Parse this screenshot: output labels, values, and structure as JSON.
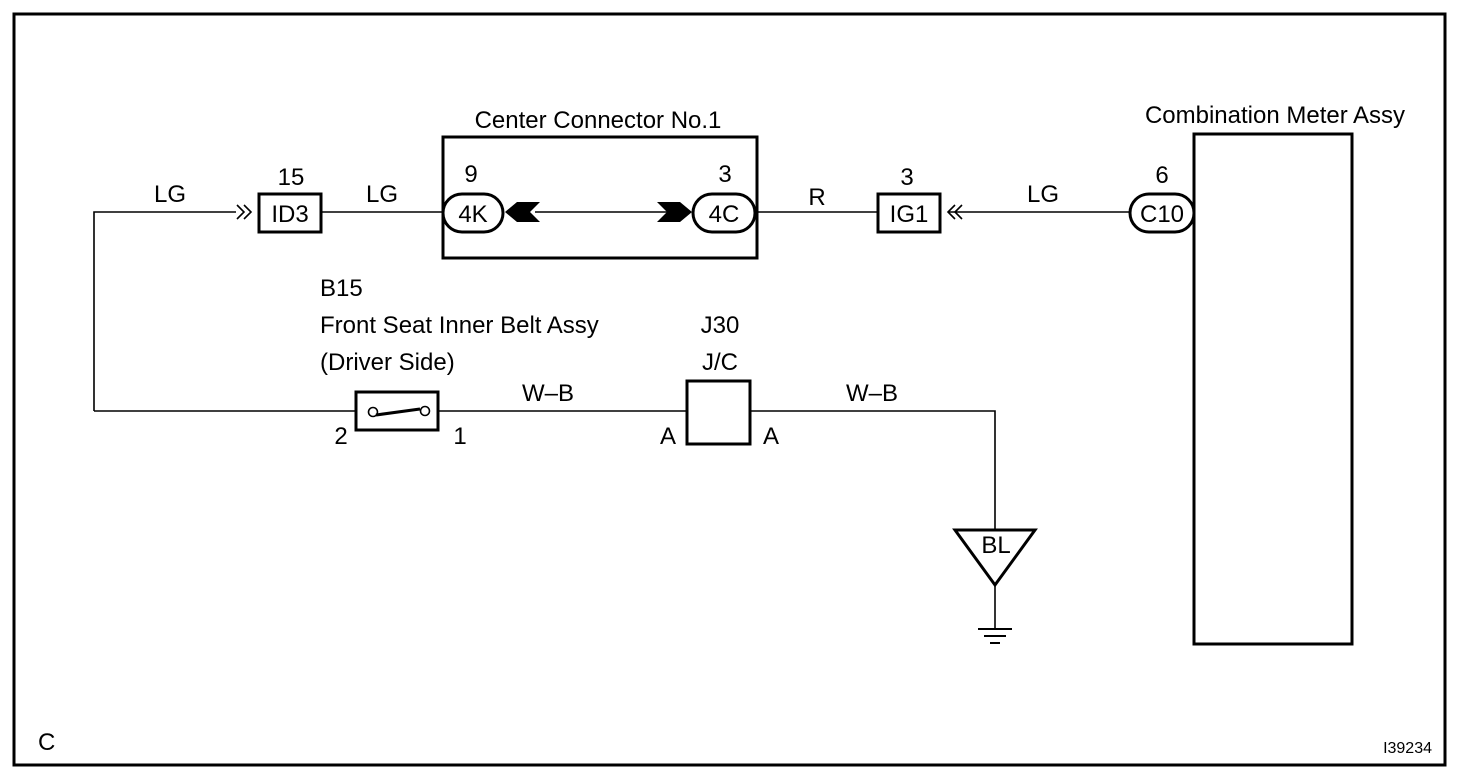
{
  "frame": {
    "corner_letter": "C",
    "figure_id": "I39234"
  },
  "components": {
    "center_connector": {
      "title": "Center Connector No.1",
      "left_pin": "9",
      "left_code": "4K",
      "right_pin": "3",
      "right_code": "4C"
    },
    "combination_meter": {
      "title": "Combination Meter Assy",
      "pin": "6",
      "code": "C10"
    },
    "id3": {
      "pin": "15",
      "code": "ID3"
    },
    "ig1": {
      "pin": "3",
      "code": "IG1"
    },
    "belt_switch": {
      "ref": "B15",
      "name_line1": "Front Seat Inner Belt Assy",
      "name_line2": "(Driver Side)",
      "pin_left": "2",
      "pin_right": "1"
    },
    "junction": {
      "ref": "J30",
      "type": "J/C",
      "pin_left": "A",
      "pin_right": "A"
    },
    "ground": {
      "code": "BL"
    }
  },
  "wires": {
    "lg_left": "LG",
    "lg_mid": "LG",
    "r": "R",
    "lg_right": "LG",
    "wb_left": "W–B",
    "wb_right": "W–B"
  }
}
